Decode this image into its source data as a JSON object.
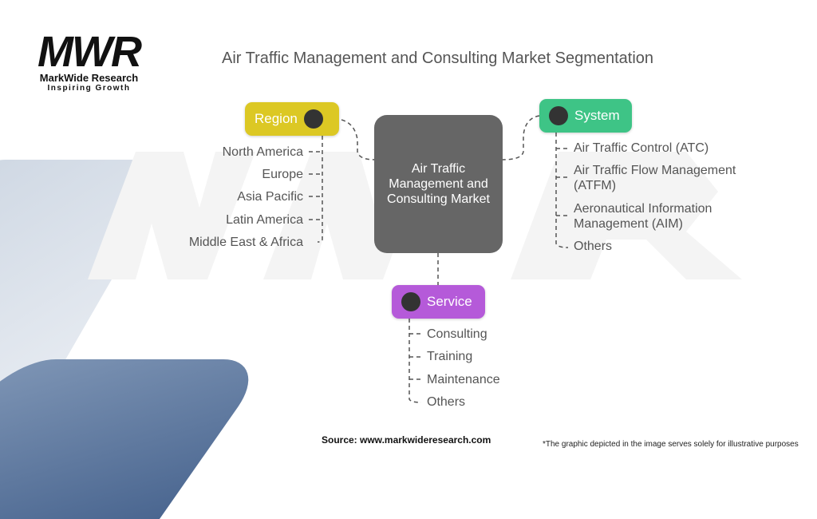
{
  "logo": {
    "mark": "MWR",
    "name": "MarkWide Research",
    "tagline": "Inspiring Growth"
  },
  "title": "Air Traffic Management and Consulting Market Segmentation",
  "center": "Air Traffic Management and Consulting Market",
  "region": {
    "label": "Region",
    "color": "#dcc824",
    "items": [
      "North America",
      "Europe",
      "Asia Pacific",
      "Latin America",
      "Middle East & Africa"
    ]
  },
  "system": {
    "label": "System",
    "color": "#3ec486",
    "items": [
      "Air Traffic Control (ATC)",
      "Air Traffic Flow Management (ATFM)",
      "Aeronautical Information Management (AIM)",
      "Others"
    ]
  },
  "service": {
    "label": "Service",
    "color": "#b55ad9",
    "items": [
      "Consulting",
      "Training",
      "Maintenance",
      "Others"
    ]
  },
  "source": "Source: www.markwideresearch.com",
  "note": "*The graphic depicted in the image serves solely for illustrative purposes"
}
